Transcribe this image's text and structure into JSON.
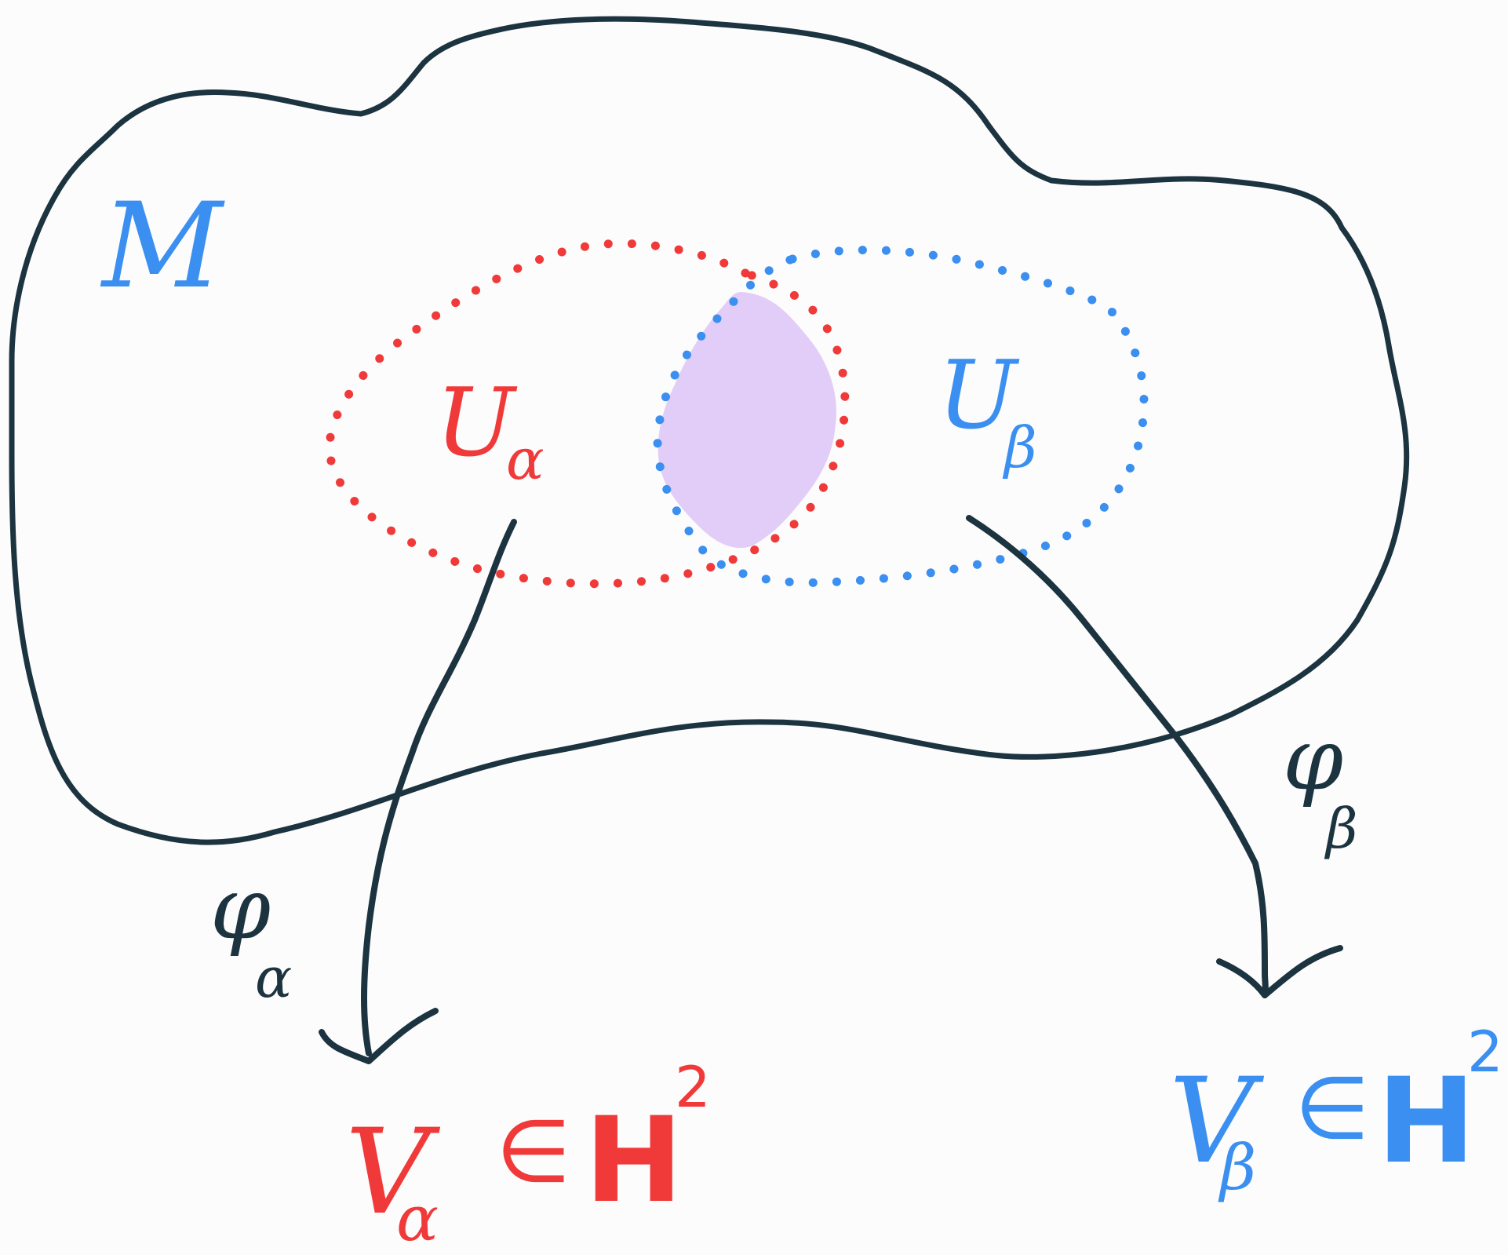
{
  "colors": {
    "ink": "#1c3340",
    "red": "#f03a3a",
    "blue": "#3a8ff0",
    "overlap": "#e2cdf8"
  },
  "manifold": {
    "label": "M"
  },
  "chart_u_alpha": {
    "base": "U",
    "subscript": "α"
  },
  "chart_u_beta": {
    "base": "U",
    "subscript": "β"
  },
  "map_phi_alpha": {
    "base": "φ",
    "subscript": "α"
  },
  "map_phi_beta": {
    "base": "φ",
    "subscript": "β"
  },
  "target_v_alpha": {
    "base": "V",
    "subscript": "α",
    "relation": "∈",
    "space": "H",
    "power": "2"
  },
  "target_v_beta": {
    "base": "V",
    "subscript": "β",
    "relation": "∈",
    "space": "H",
    "power": "2"
  }
}
